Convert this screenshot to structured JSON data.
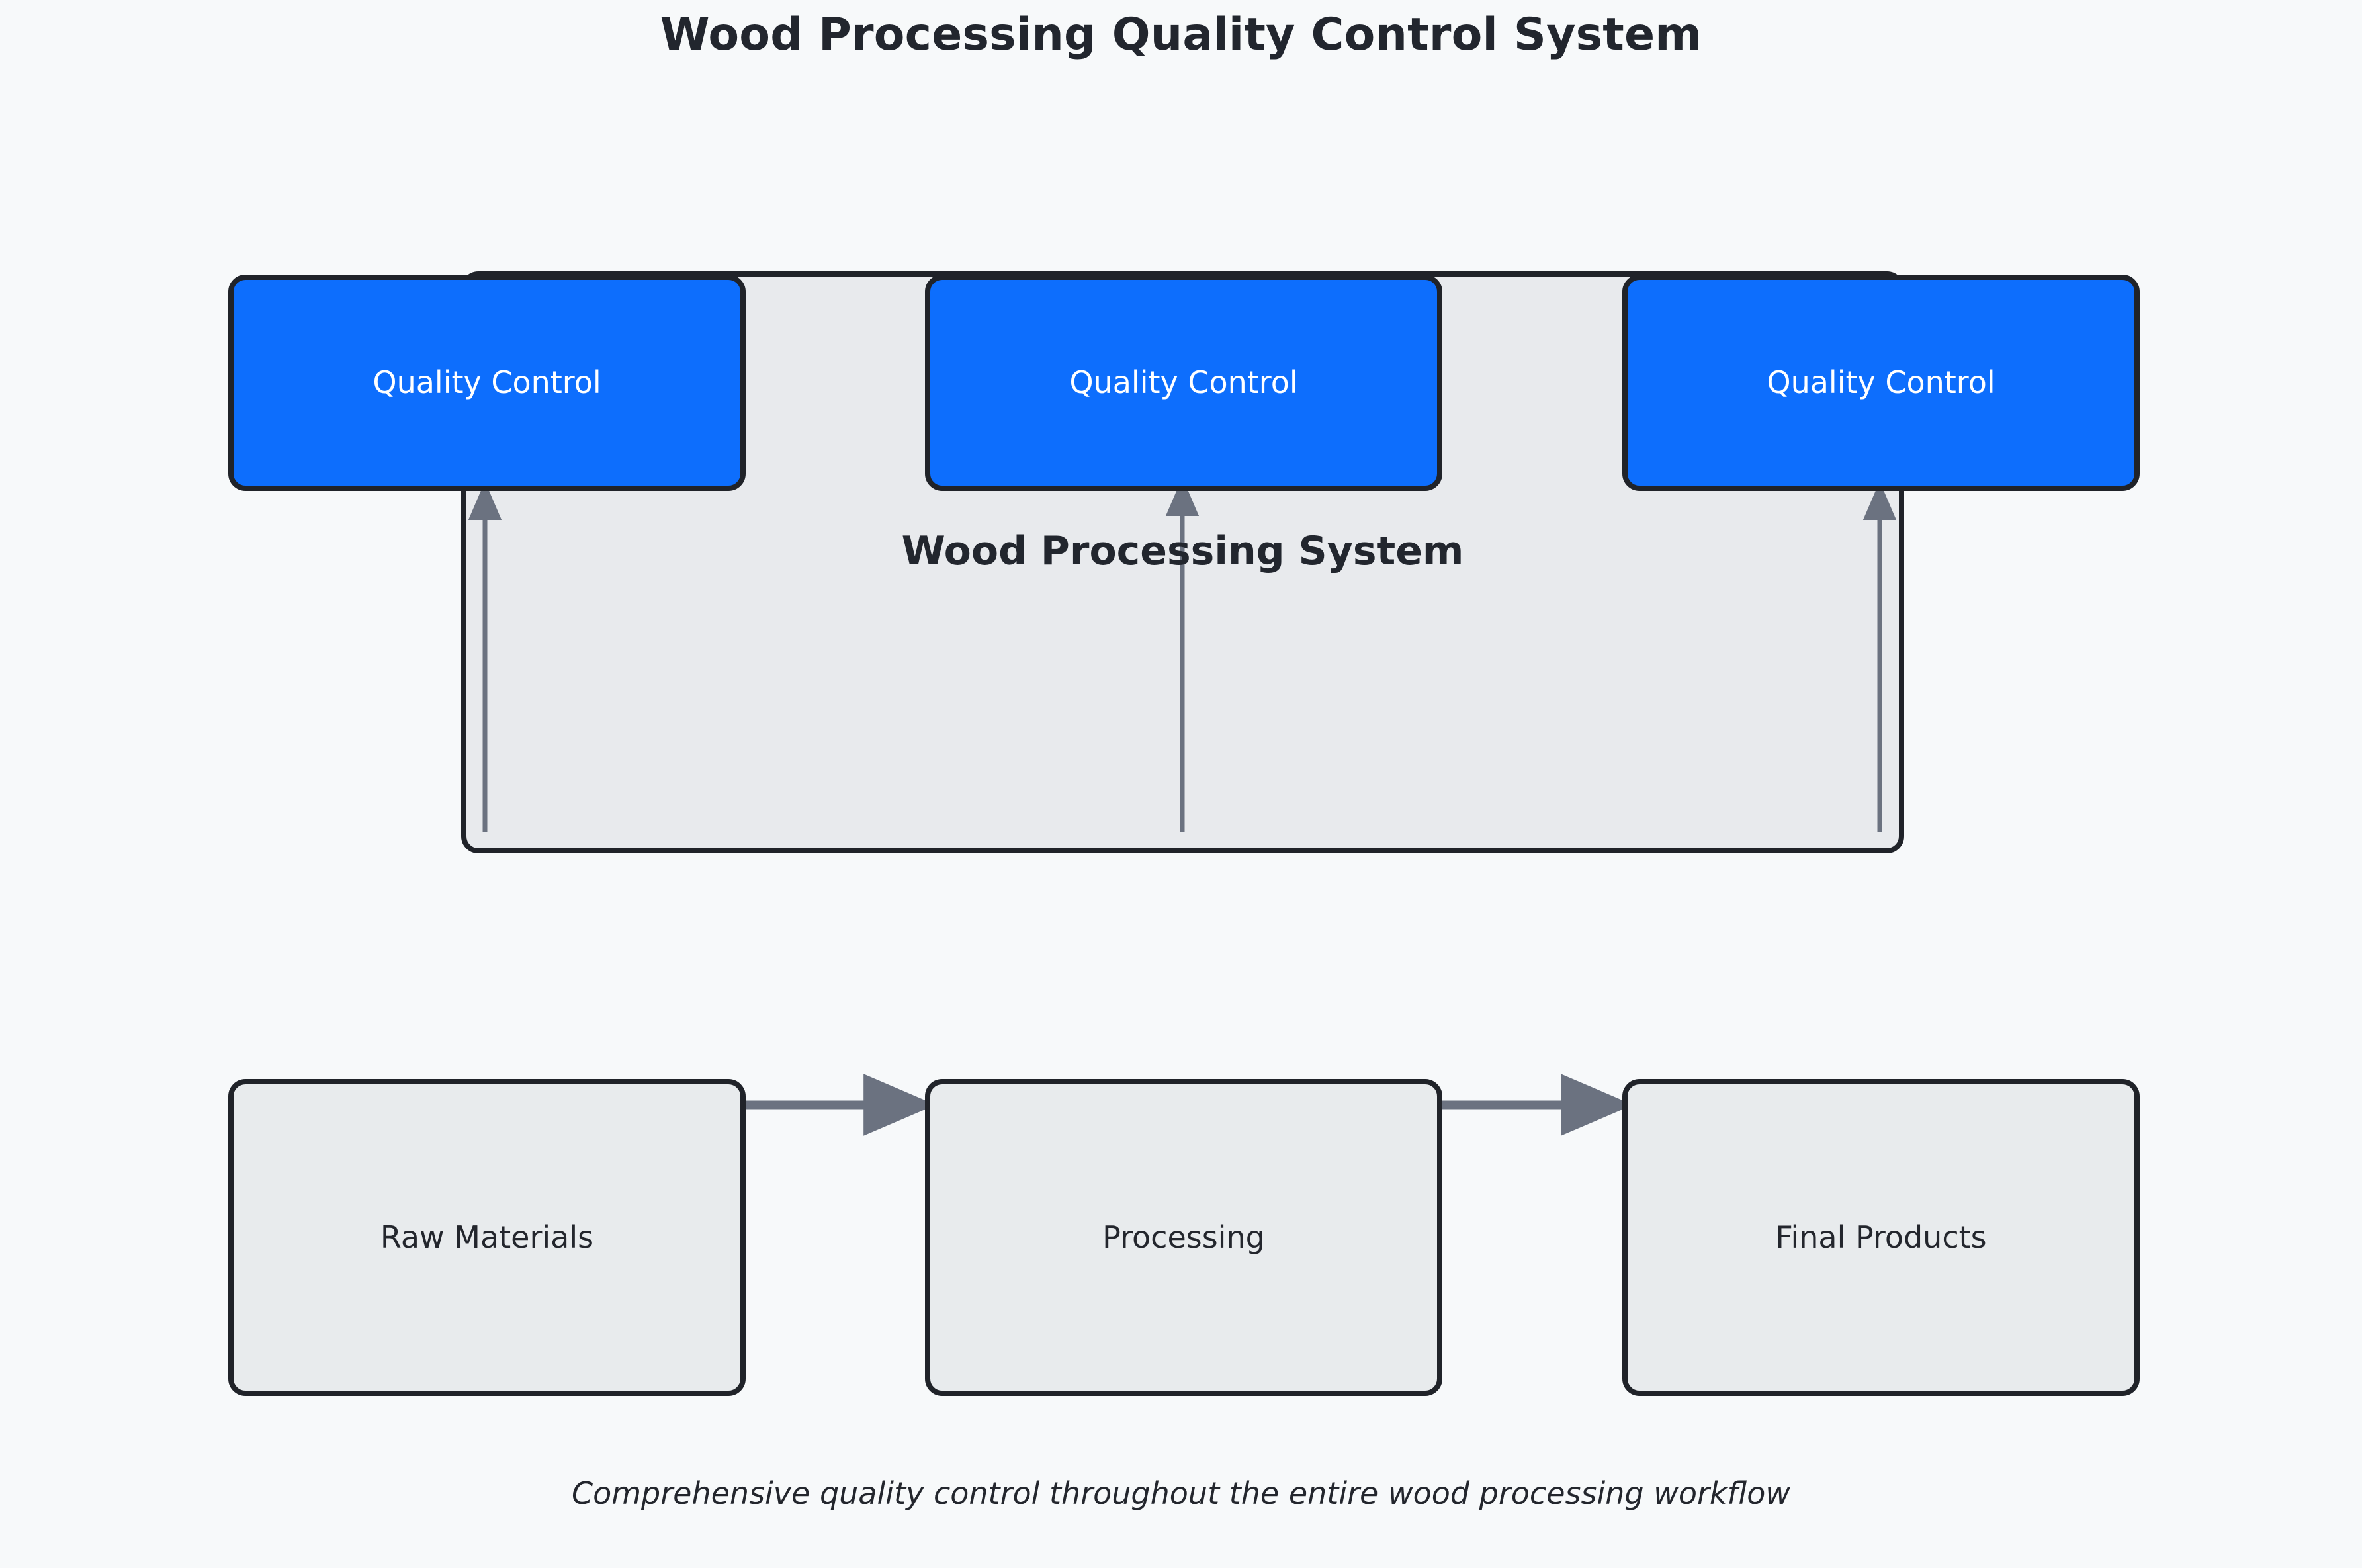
{
  "page": {
    "title": "Wood Processing Quality Control System",
    "caption": "Comprehensive quality control throughout the entire wood processing workflow",
    "background_color": "#f7f9fa"
  },
  "subgraph": {
    "label": "Wood Processing System",
    "fill_color": "#e8eaed",
    "border_color": "#202329"
  },
  "colors": {
    "quality_node_fill": "#0d6efd",
    "quality_node_text": "#ffffff",
    "process_node_fill": "#e8ebed",
    "process_node_text": "#23262d",
    "node_border": "#202329",
    "edge_stroke": "#6b7280",
    "title_text": "#22262e"
  },
  "nodes": {
    "quality_checks": [
      {
        "id": "qc1",
        "label": "Quality Control"
      },
      {
        "id": "qc2",
        "label": "Quality Control"
      },
      {
        "id": "qc3",
        "label": "Quality Control"
      }
    ],
    "process_steps": [
      {
        "id": "p1",
        "label": "Raw Materials"
      },
      {
        "id": "p2",
        "label": "Processing"
      },
      {
        "id": "p3",
        "label": "Final Products"
      }
    ]
  },
  "edges": [
    {
      "id": "e-raw-to-processing",
      "from": "Raw Materials",
      "to": "Processing",
      "direction": "right",
      "label": ""
    },
    {
      "id": "e-processing-to-final",
      "from": "Processing",
      "to": "Final Products",
      "direction": "right",
      "label": ""
    },
    {
      "id": "e-raw-to-qc1",
      "from": "Raw Materials",
      "to": "Quality Control",
      "direction": "up",
      "label": ""
    },
    {
      "id": "e-processing-to-qc2",
      "from": "Processing",
      "to": "Quality Control",
      "direction": "up",
      "label": ""
    },
    {
      "id": "e-final-to-qc3",
      "from": "Final Products",
      "to": "Quality Control",
      "direction": "up",
      "label": ""
    }
  ]
}
